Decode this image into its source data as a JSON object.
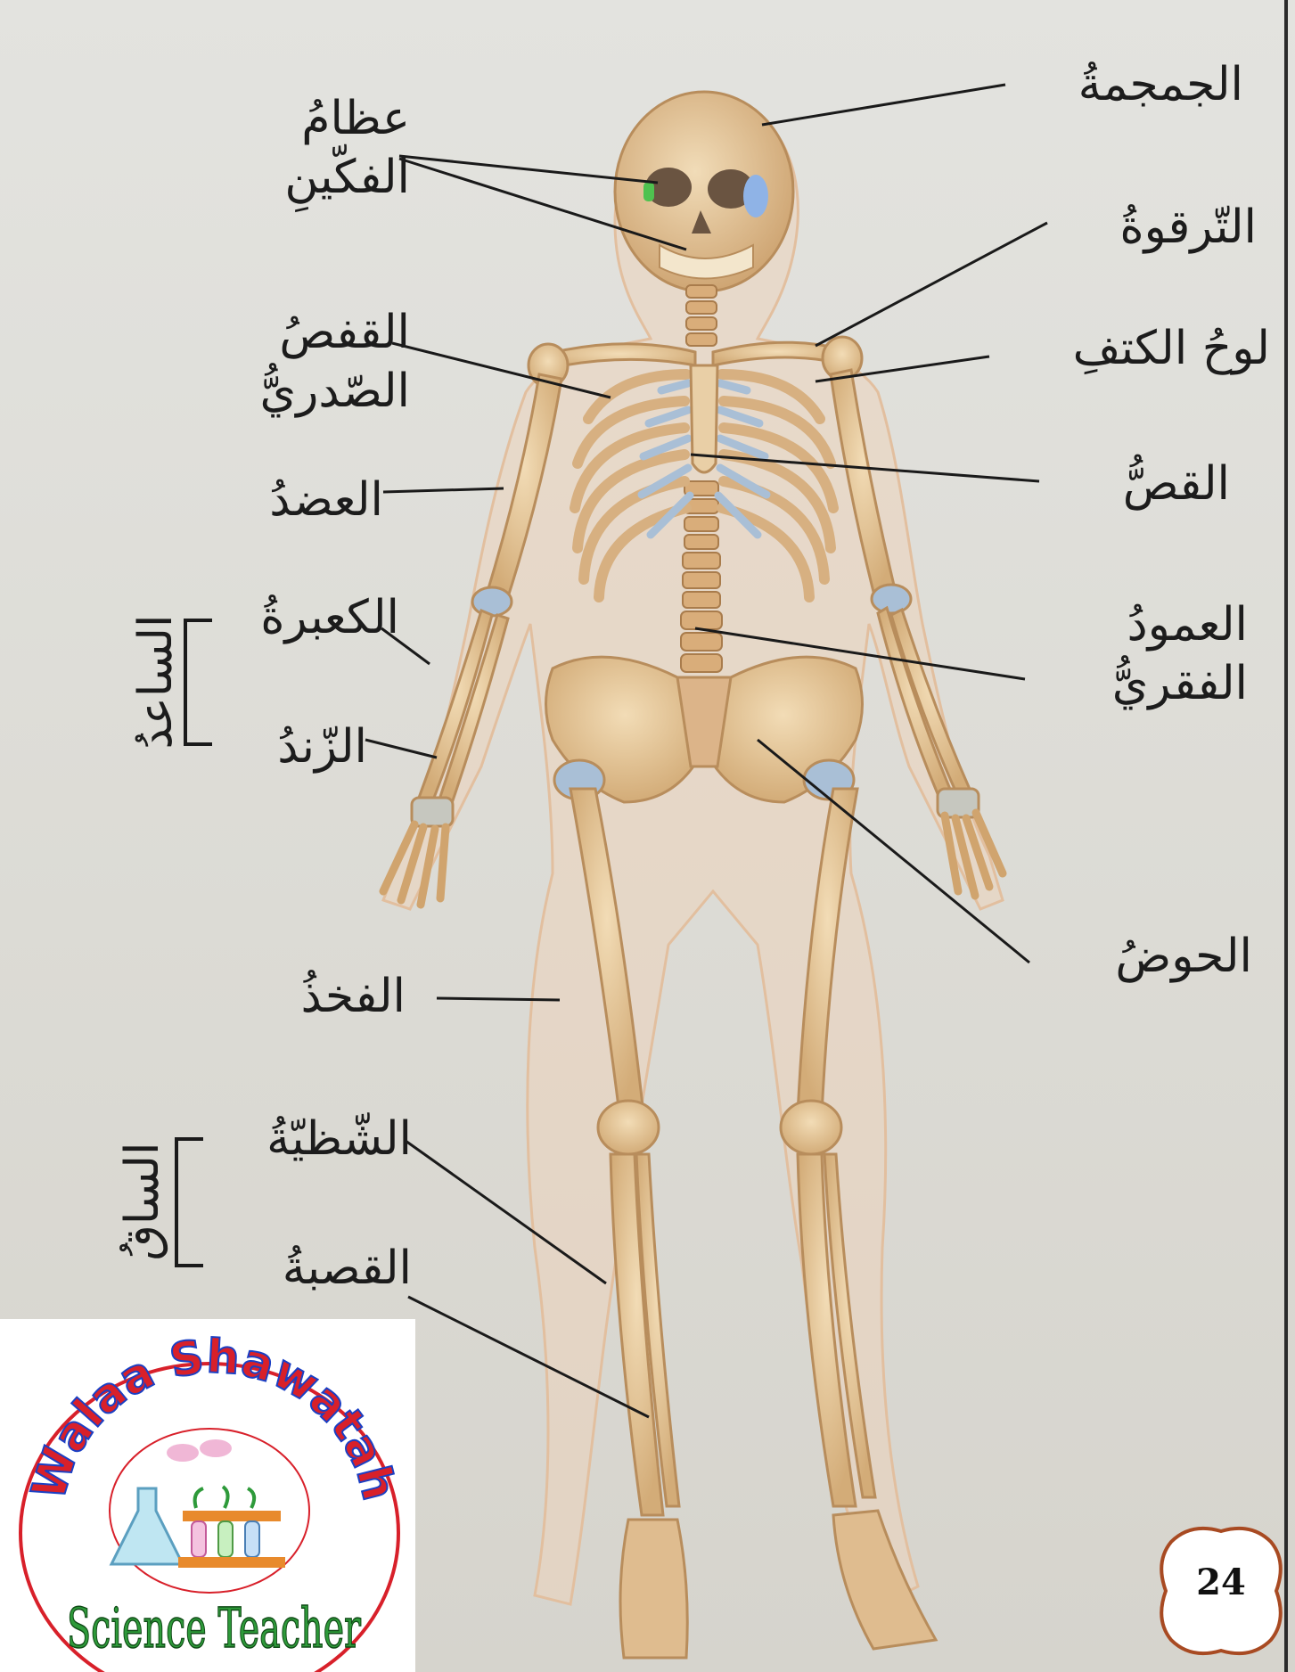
{
  "labels": {
    "jaw_bones": [
      "عظامُ",
      "الفكّينِ"
    ],
    "skull": "الجمجمةُ",
    "clavicle": "التّرقوةُ",
    "rib_cage": [
      "القفصُ",
      "الصّدريُّ"
    ],
    "scapula": "لوحُ الكتفِ",
    "sternum": "القصُّ",
    "humerus": "العضدُ",
    "radius": "الكعبرةُ",
    "ulna": "الزّندُ",
    "spine": [
      "العمودُ",
      "الفقريُّ"
    ],
    "forearm": "الساعدُ",
    "femur": "الفخذُ",
    "pelvis": "الحوضُ",
    "fibula": "الشّظيّةُ",
    "tibia": "القصبةُ",
    "leg": "الساقُ"
  },
  "logo": {
    "top_text": "Walaa Shawatah",
    "bottom_text": "Science Teacher"
  },
  "page_number": "24",
  "colors": {
    "bone": "#e7c79a",
    "bone_shadow": "#c9a06a",
    "cartilage": "#a9bfd6",
    "body_outline": "#ead0b8",
    "logo_red": "#d8202a",
    "logo_blue": "#1a3fc4",
    "logo_green": "#2e9a3a",
    "badge_border": "#a84a22"
  }
}
